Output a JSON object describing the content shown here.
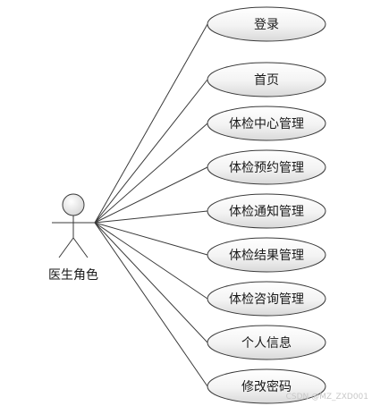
{
  "actor": {
    "label": "医生角色"
  },
  "use_cases": [
    {
      "label": "登录"
    },
    {
      "label": "首页"
    },
    {
      "label": "体检中心管理"
    },
    {
      "label": "体检预约管理"
    },
    {
      "label": "体检通知管理"
    },
    {
      "label": "体检结果管理"
    },
    {
      "label": "体检咨询管理"
    },
    {
      "label": "个人信息"
    },
    {
      "label": "修改密码"
    }
  ],
  "watermark": "CSDN @MZ_ZXD001"
}
